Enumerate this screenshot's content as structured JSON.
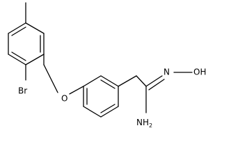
{
  "molecule": {
    "atoms": {
      "bromine": "Br",
      "ether_oxygen": "O",
      "imine_nitrogen": "N",
      "hydroxyl": "OH",
      "amine_symbol": "NH",
      "amine_subscript": "2"
    }
  },
  "colors": {
    "bond": "#000000",
    "label": "#000000",
    "background": "#ffffff"
  }
}
